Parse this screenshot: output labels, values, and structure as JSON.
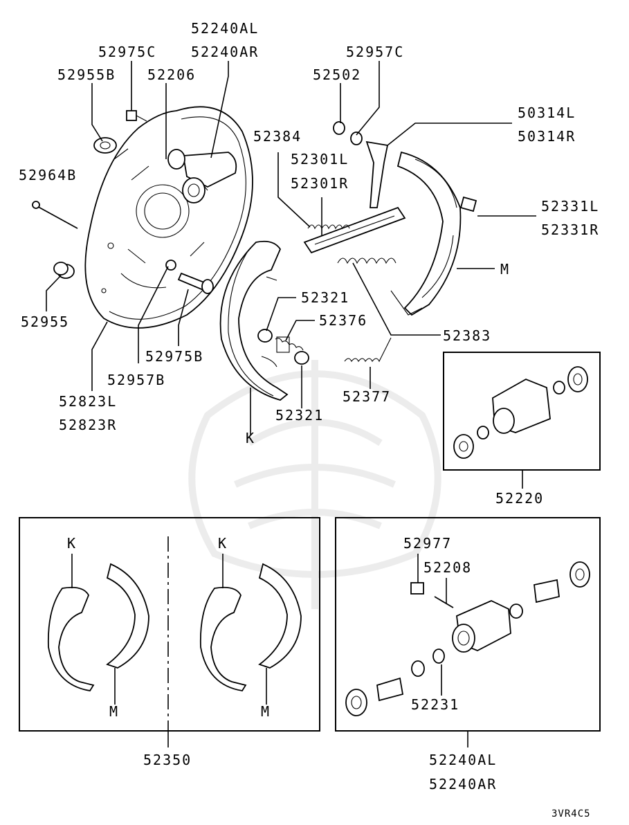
{
  "labels": {
    "cyl_al": "52240AL",
    "cyl_ar": "52240AR",
    "p52975c": "52975C",
    "p52955b": "52955B",
    "p52206": "52206",
    "p52957c": "52957C",
    "p52502": "52502",
    "p50314l": "50314L",
    "p50314r": "50314R",
    "p52384": "52384",
    "p52301l": "52301L",
    "p52301r": "52301R",
    "p52964b": "52964B",
    "p52331l": "52331L",
    "p52331r": "52331R",
    "m_right": "M",
    "p52321a": "52321",
    "p52376": "52376",
    "p52383": "52383",
    "p52955": "52955",
    "p52975b": "52975B",
    "p52957b": "52957B",
    "p52823l": "52823L",
    "p52823r": "52823R",
    "p52377": "52377",
    "p52321b": "52321",
    "k_main": "K",
    "p52220": "52220",
    "k_left1": "K",
    "m_left1": "M",
    "k_left2": "K",
    "m_left2": "M",
    "p52350": "52350",
    "p52977": "52977",
    "p52208": "52208",
    "p52231": "52231",
    "bottom_al": "52240AL",
    "bottom_ar": "52240AR",
    "ref_code": "3VR4C5"
  }
}
